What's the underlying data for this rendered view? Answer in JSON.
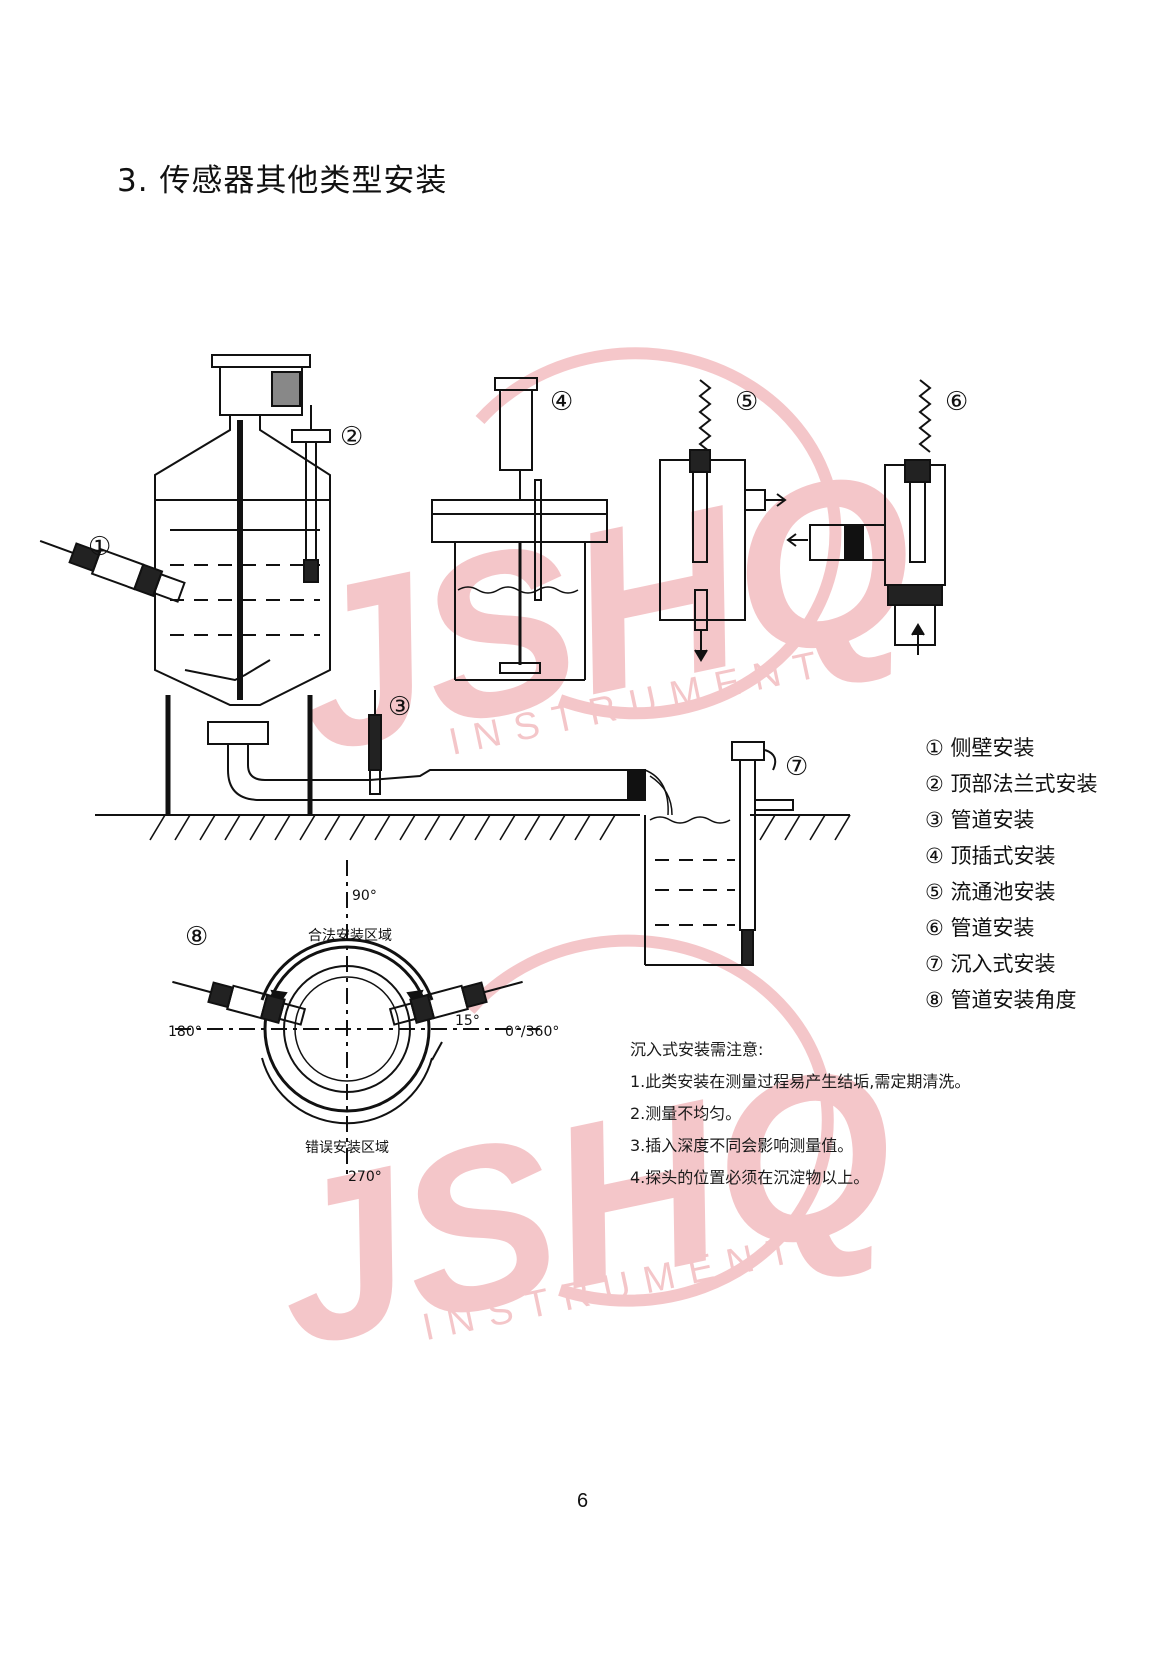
{
  "heading": "3. 传感器其他类型安装",
  "watermark": {
    "brand": "JSHQ",
    "subtitle": "INSTRUMENT"
  },
  "figure": {
    "markers": [
      "①",
      "②",
      "③",
      "④",
      "⑤",
      "⑥",
      "⑦",
      "⑧"
    ],
    "angle_labels": {
      "top": "90°",
      "left": "180°",
      "right": "0°/360°",
      "bottom": "270°",
      "tilt": "15°"
    },
    "zone_labels": {
      "legal": "合法安装区域",
      "error": "错误安装区域"
    }
  },
  "legend": [
    "① 侧壁安装",
    "② 顶部法兰式安装",
    "③ 管道安装",
    "④ 顶插式安装",
    "⑤ 流通池安装",
    "⑥ 管道安装",
    "⑦ 沉入式安装",
    "⑧ 管道安装角度"
  ],
  "notes": {
    "title": "沉入式安装需注意:",
    "items": [
      "1.此类安装在测量过程易产生结垢,需定期清洗。",
      "2.测量不均匀。",
      "3.插入深度不同会影响测量值。",
      "4.探头的位置必须在沉淀物以上。"
    ]
  },
  "page_number": "6"
}
